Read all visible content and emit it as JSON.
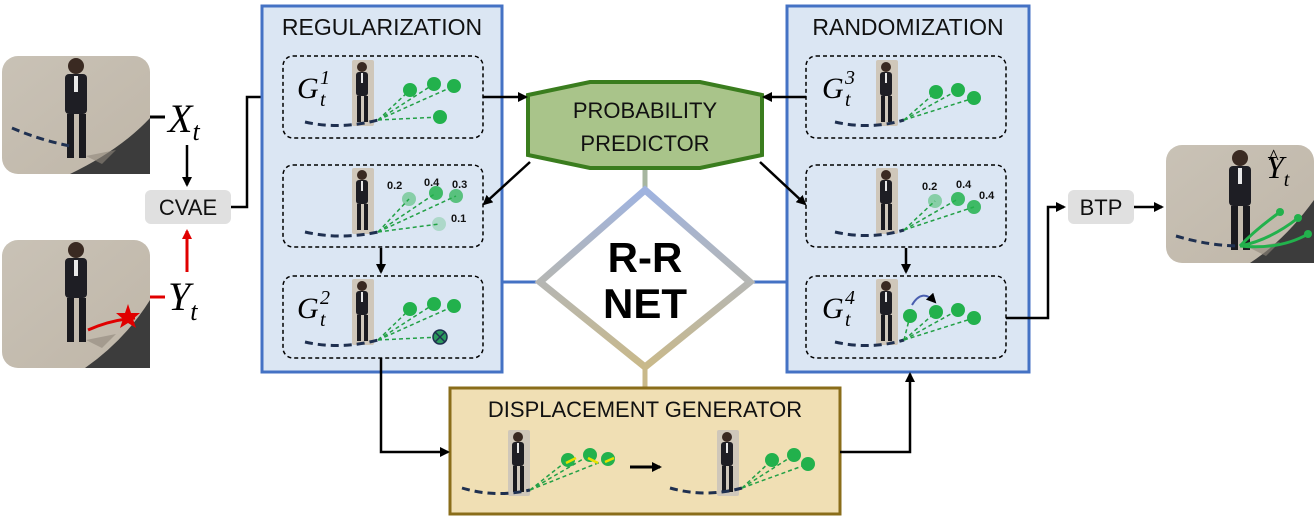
{
  "inputs": {
    "x_label": "X",
    "x_sub": "t",
    "y_label": "Y",
    "y_sub": "t",
    "cvae": "CVAE"
  },
  "regularization": {
    "title": "REGULARIZATION",
    "g1": {
      "label": "G",
      "sub": "t",
      "sup": "1"
    },
    "g2": {
      "label": "G",
      "sub": "t",
      "sup": "2"
    },
    "probs": [
      "0.2",
      "0.4",
      "0.3",
      "0.1"
    ]
  },
  "randomization": {
    "title": "RANDOMIZATION",
    "g3": {
      "label": "G",
      "sub": "t",
      "sup": "3"
    },
    "g4": {
      "label": "G",
      "sub": "t",
      "sup": "4"
    },
    "probs": [
      "0.2",
      "0.4",
      "0.4"
    ]
  },
  "probability_predictor": {
    "line1": "PROBABILITY",
    "line2": "PREDICTOR"
  },
  "rr_net": {
    "line1": "R-R",
    "line2": "NET"
  },
  "displacement_generator": {
    "title": "DISPLACEMENT GENERATOR"
  },
  "output": {
    "btp": "BTP",
    "label": "Y",
    "sub": "t"
  },
  "colors": {
    "panel_fill": "#dbe6f3",
    "panel_border": "#4472c4",
    "predictor_fill": "#a9c48a",
    "predictor_border": "#3a7d1e",
    "generator_fill": "#f0dfb4",
    "generator_border": "#8a6d1a",
    "green_dot": "#22b14c",
    "path_navy": "#1f3050",
    "red": "#e00000"
  }
}
